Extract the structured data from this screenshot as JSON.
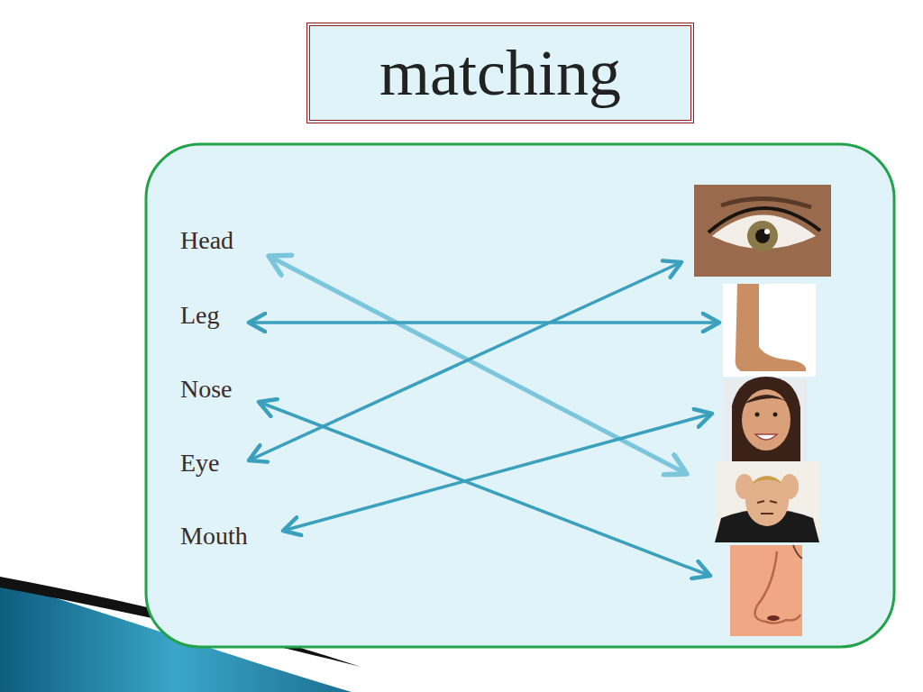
{
  "diagram": {
    "title": "matching",
    "labels": [
      "Head",
      "Leg",
      "Nose",
      "Eye",
      "Mouth"
    ]
  }
}
